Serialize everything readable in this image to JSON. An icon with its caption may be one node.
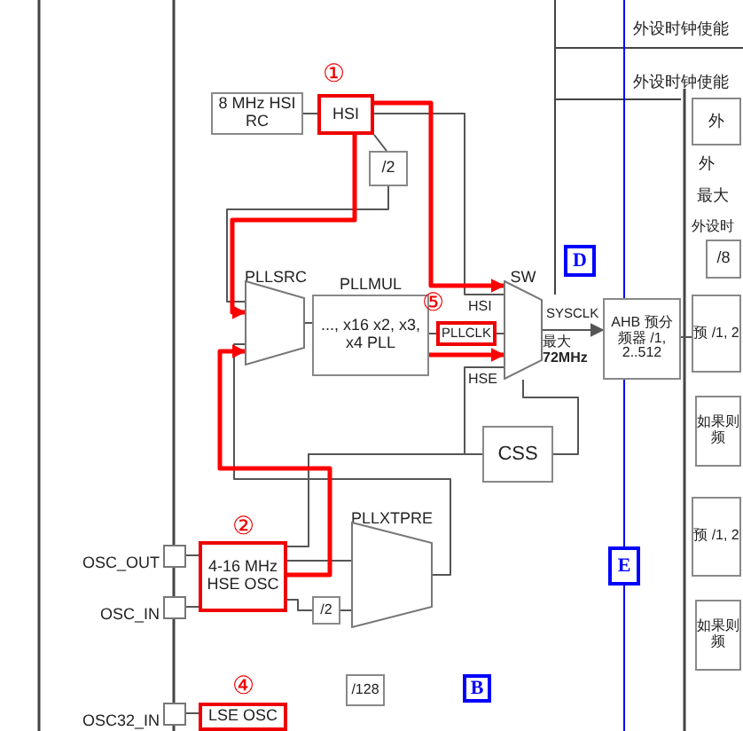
{
  "diagram": {
    "nodes": [
      {
        "text": [
          "8 MHz HSI RC"
        ]
      },
      {
        "text": [
          "HSI"
        ],
        "beside": [
          "①"
        ]
      },
      {
        "text": [
          "/2"
        ]
      },
      {
        "text": [
          "PLLSRC"
        ]
      },
      {
        "text": [
          "PLLMUL",
          "..., x16 x2, x3, x4 PLL"
        ]
      },
      {
        "text": [
          "PLLCLK"
        ],
        "beside": [
          "⑤"
        ]
      },
      {
        "text": [
          "SW"
        ]
      },
      {
        "text": [
          "AHB 预分频器 /1, 2..512"
        ]
      },
      {
        "text": [
          "CSS"
        ]
      },
      {
        "text": [
          "PLLXTPRE"
        ]
      },
      {
        "text": [
          "/2"
        ]
      },
      {
        "text": [
          "4-16 MHz HSE OSC"
        ],
        "beside": [
          "②"
        ]
      },
      {
        "text": [
          "OSC_OUT"
        ]
      },
      {
        "text": [
          "OSC_IN"
        ]
      },
      {
        "text": [
          "OSC32_IN"
        ]
      },
      {
        "text": [
          "LSE OSC"
        ],
        "beside": [
          "④"
        ]
      },
      {
        "text": [
          "/128"
        ]
      },
      {
        "text": [
          "外"
        ]
      },
      {
        "text": [
          "/8"
        ]
      },
      {
        "text": [
          "预 /1, 2"
        ]
      },
      {
        "text": [
          "如果则频"
        ]
      },
      {
        "text": [
          "预 /1, 2"
        ]
      },
      {
        "text": [
          "如果则频"
        ]
      }
    ],
    "edges": [
      {
        "from": 0,
        "to": 1,
        "arrow": "none"
      },
      {
        "from": 1,
        "to": 2,
        "arrow": "none"
      },
      {
        "from": 2,
        "to": 3,
        "arrow": "none"
      },
      {
        "from": 3,
        "to": 4,
        "arrow": "none"
      },
      {
        "from": 4,
        "to": 5,
        "arrow": "none"
      },
      {
        "from": 5,
        "to": 6,
        "arrow": "none"
      },
      {
        "from": 1,
        "to": 6,
        "arrow": "none"
      },
      {
        "from": 6,
        "to": 7,
        "arrow": "to"
      },
      {
        "from": 11,
        "to": 9,
        "arrow": "none"
      },
      {
        "from": 11,
        "to": 10,
        "arrow": "none"
      },
      {
        "from": 10,
        "to": 9,
        "arrow": "none"
      },
      {
        "from": 9,
        "to": 3,
        "arrow": "none"
      },
      {
        "from": 11,
        "to": 8,
        "arrow": "none"
      },
      {
        "from": 11,
        "to": 6,
        "arrow": "none"
      },
      {
        "from": 8,
        "to": 6,
        "arrow": "none"
      },
      {
        "from": 12,
        "to": 11,
        "arrow": "none"
      },
      {
        "from": 13,
        "to": 11,
        "arrow": "none"
      },
      {
        "from": 14,
        "to": 15,
        "arrow": "none"
      },
      {
        "from": 7,
        "to": 19,
        "arrow": "none"
      },
      {
        "from": 1,
        "to": 3,
        "arrow": "to",
        "style": "thick",
        "color": "#ff0000"
      },
      {
        "from": 1,
        "to": 6,
        "arrow": "to",
        "style": "thick",
        "color": "#ff0000"
      },
      {
        "from": 11,
        "to": 3,
        "arrow": "to",
        "style": "thick",
        "color": "#ff0000"
      },
      {
        "from": 4,
        "to": 6,
        "arrow": "to",
        "style": "thick",
        "color": "#ff0000"
      }
    ],
    "labels": [
      "外设时钟使能",
      "外设时钟使能",
      "外",
      "最大",
      "外设时",
      "D",
      "HSI",
      "SYSCLK",
      "最大 **72MHz**",
      "HSE",
      "E",
      "B"
    ]
  }
}
